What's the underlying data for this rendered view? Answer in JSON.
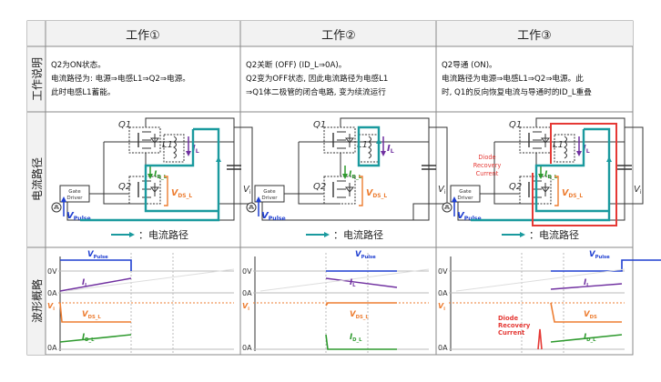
{
  "headers": [
    "工作①",
    "工作②",
    "工作③"
  ],
  "row_labels": [
    "工作说明",
    "电流路径",
    "波形概略"
  ],
  "descriptions": [
    [
      "Q2为ON状态。",
      "电流路径为: 电源⇒电感L1⇒Q2⇒电源。",
      "此时电感L1蓄能。"
    ],
    [
      "Q2关断 (OFF) (ID_L⇒0A)。",
      "Q2变为OFF状态, 因此电流路径为电感L1",
      "⇒Q1体二极管的闭合电路, 变为续流运行"
    ],
    [
      "Q2导通 (ON)。",
      "电流路径为电源⇒电感L1⇒Q2⇒电源。此",
      "时, Q1的反向恢复电流与导通时的ID_L重叠"
    ]
  ],
  "circuit": {
    "q1": "Q1",
    "q2": "Q2",
    "l1": "L1",
    "il": "IL",
    "id_l": "ID_L",
    "vds_l": "VDS_L",
    "vi": "Vi",
    "vpulse": "VPulse",
    "gate_driver": [
      "Gate",
      "Driver"
    ],
    "legend": "：电流路径",
    "recovery": [
      "Diode",
      "Recovery",
      "Current"
    ]
  },
  "waveform": {
    "zero_v": "0V",
    "zero_a": "0A",
    "vpulse": "VPulse",
    "il": "IL",
    "vi": "Vi",
    "vds": "VDS_L",
    "id": "ID_L",
    "vds3": "VDS",
    "recovery": [
      "Diode",
      "Recovery",
      "Current"
    ]
  },
  "colors": {
    "path": "#1a9a9e",
    "recovery": "#e53935",
    "pulse": "#1f3fd1",
    "il": "#7030a0",
    "vds": "#ed7d31",
    "id": "#2e9a2e",
    "header_bg": "#f2f2f2",
    "grid": "#8a8a8a"
  }
}
